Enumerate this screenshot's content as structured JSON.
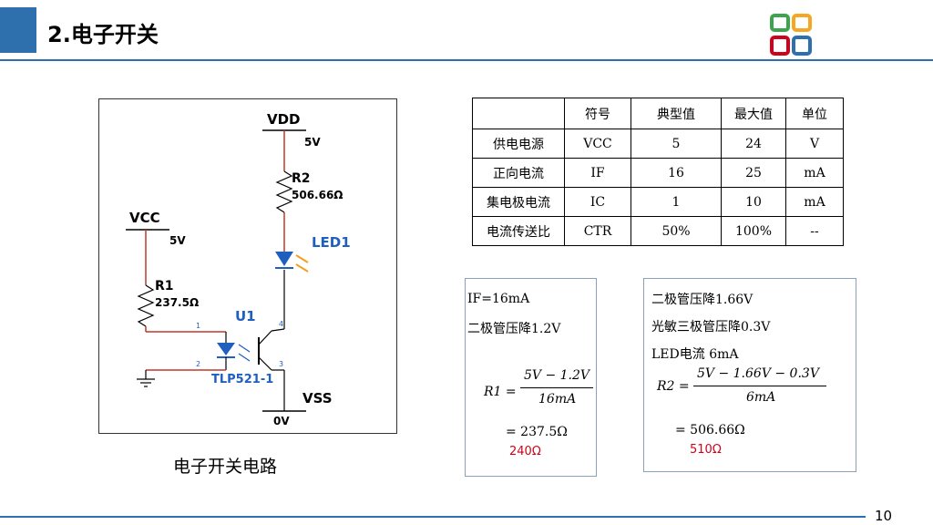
{
  "header": {
    "title": "2.电子开关",
    "accent_color": "#2e6fad",
    "logo": "four-color-grid-logo"
  },
  "circuit": {
    "vdd_label": "VDD",
    "vdd_value": "5V",
    "vcc_label": "VCC",
    "vcc_value": "5V",
    "r2_label": "R2",
    "r2_value": "506.66Ω",
    "r1_label": "R1",
    "r1_value": "237.5Ω",
    "led_label": "LED1",
    "u1_label": "U1",
    "opto_label": "TLP521-1",
    "vss_label": "VSS",
    "vss_value": "0V",
    "pin1": "1",
    "pin2": "2",
    "pin3": "3",
    "pin4": "4",
    "caption": "电子开关电路"
  },
  "spec_table": {
    "headers": [
      "",
      "符号",
      "典型值",
      "最大值",
      "单位"
    ],
    "rows": [
      [
        "供电电源",
        "VCC",
        "5",
        "24",
        "V"
      ],
      [
        "正向电流",
        "IF",
        "16",
        "25",
        "mA"
      ],
      [
        "集电极电流",
        "IC",
        "1",
        "10",
        "mA"
      ],
      [
        "电流传送比",
        "CTR",
        "50%",
        "100%",
        "--"
      ]
    ]
  },
  "calc1": {
    "line1": "IF=16mA",
    "line2": "二极管压降1.2V",
    "lhs": "R1 =",
    "numerator": "5V − 1.2V",
    "denominator": "16mA",
    "result": "= 237.5Ω",
    "chosen": "240Ω"
  },
  "calc2": {
    "line1": "二极管压降1.66V",
    "line2": "光敏三极管压降0.3V",
    "line3": "LED电流  6mA",
    "lhs": "R2 =",
    "numerator": "5V − 1.66V − 0.3V",
    "denominator": "6mA",
    "result": "= 506.66Ω",
    "chosen": "510Ω"
  },
  "footer": {
    "page_number": "10"
  }
}
